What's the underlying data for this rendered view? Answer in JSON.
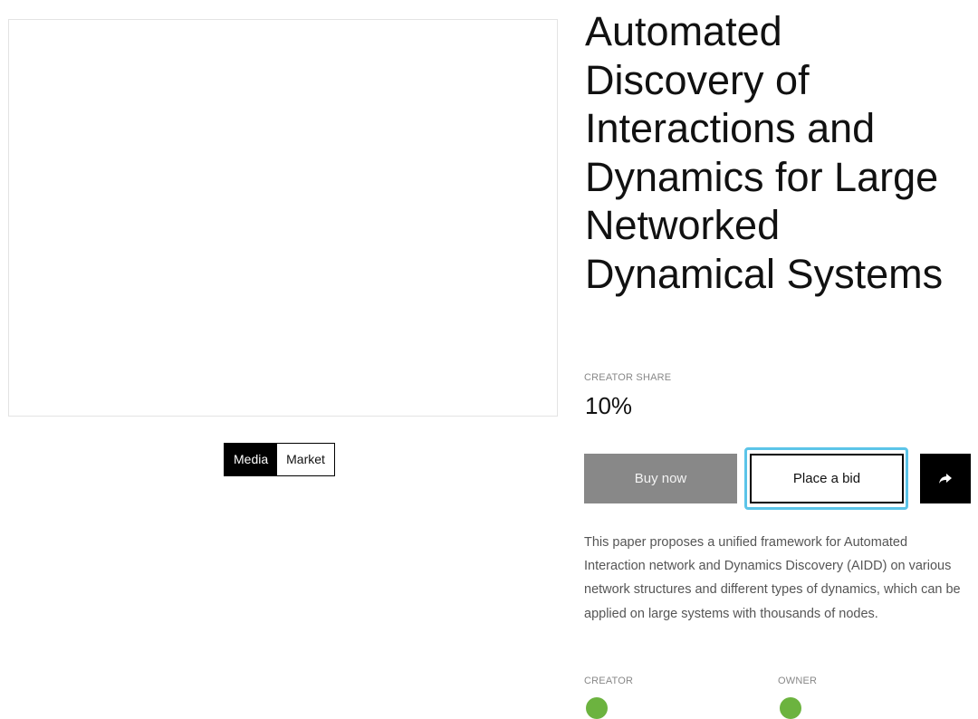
{
  "media": {
    "toggle": [
      "Media",
      "Market"
    ],
    "active": "Media"
  },
  "item": {
    "title": "Automated Discovery of Interactions and Dynamics for Large Networked Dynamical Systems",
    "creator_share_label": "CREATOR SHARE",
    "creator_share_value": "10%",
    "description": "This paper proposes a unified framework for Automated Interaction network and Dynamics Discovery (AIDD) on various network structures and different types of dynamics, which can be applied on large systems with thousands of nodes."
  },
  "actions": {
    "buy_label": "Buy now",
    "bid_label": "Place a bid",
    "share_icon": "share-arrow-icon"
  },
  "people": {
    "creator_label": "CREATOR",
    "owner_label": "OWNER"
  },
  "colors": {
    "focus_ring": "#5bc4e8",
    "buy_bg": "#888888",
    "avatar": "#6cb33f"
  }
}
